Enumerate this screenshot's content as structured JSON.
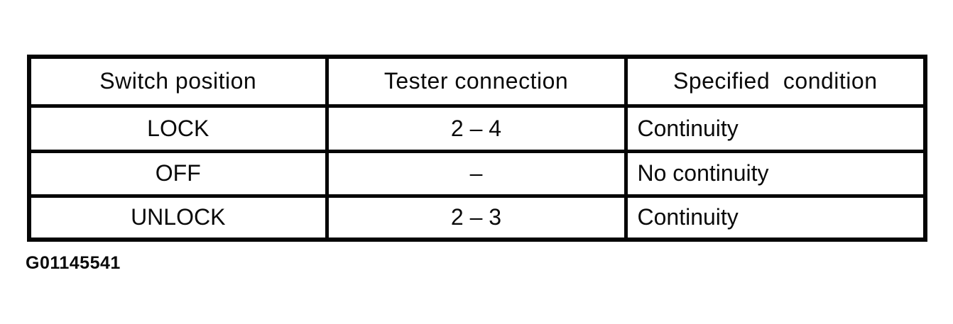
{
  "figure": {
    "caption": "G01145541"
  },
  "table": {
    "columns": [
      {
        "key": "switch_position",
        "label": "Switch position"
      },
      {
        "key": "tester_connection",
        "label": "Tester connection"
      },
      {
        "key": "specified_condition",
        "label": "Specified  condition"
      }
    ],
    "rows": [
      {
        "switch_position": "LOCK",
        "tester_connection": "2 – 4",
        "specified_condition": "Continuity"
      },
      {
        "switch_position": "OFF",
        "tester_connection": "–",
        "specified_condition": "No continuity"
      },
      {
        "switch_position": "UNLOCK",
        "tester_connection": "2 – 3",
        "specified_condition": "Continuity"
      }
    ]
  },
  "colors": {
    "ink": "#0a0a0a",
    "paper": "#ffffff"
  }
}
